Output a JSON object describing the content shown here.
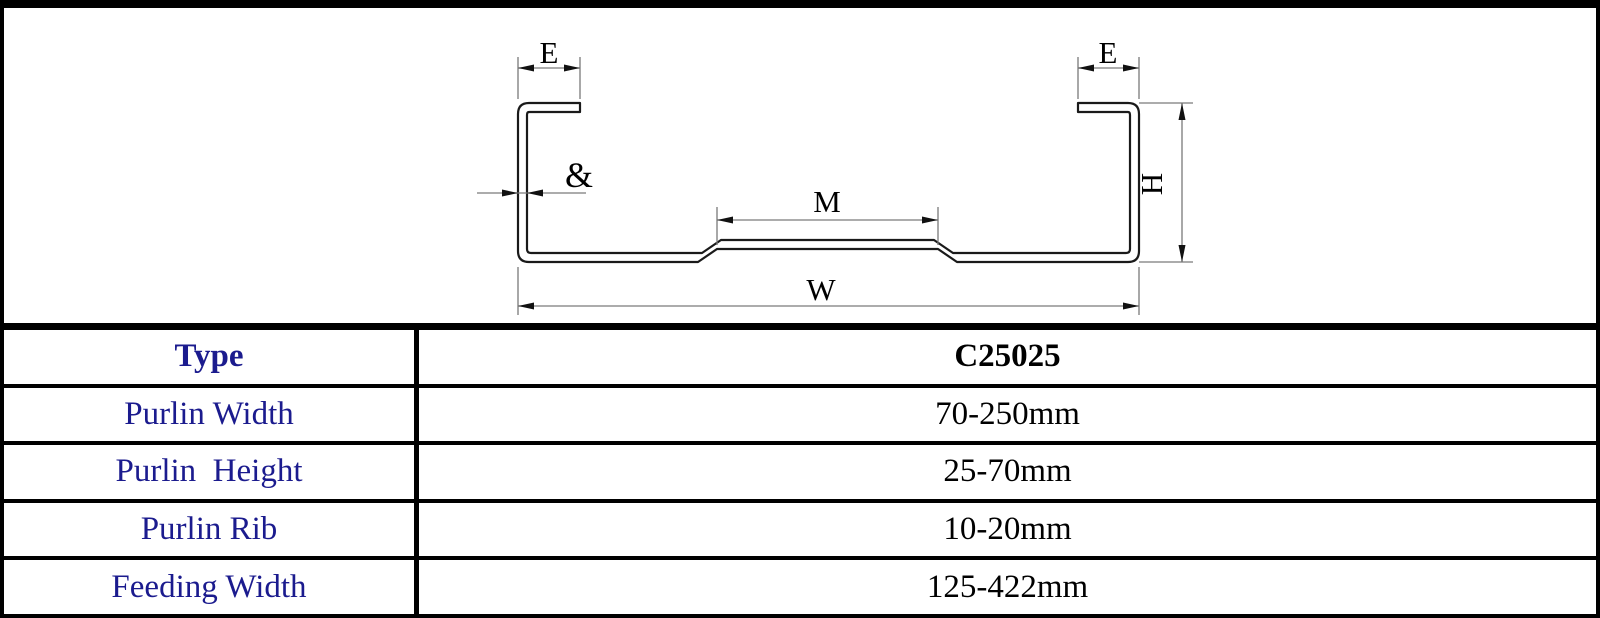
{
  "diagram": {
    "description": "C purlin cross-section drawing",
    "dims": {
      "e_left": "E",
      "e_right": "E",
      "height": "H",
      "thickness": "&",
      "rib": "M",
      "width": "W"
    }
  },
  "table": {
    "rows": [
      {
        "label": "Type",
        "value": "C25025"
      },
      {
        "label": "Purlin Width",
        "value": "70-250mm"
      },
      {
        "label": "Purlin  Height",
        "value": "25-70mm"
      },
      {
        "label": "Purlin Rib",
        "value": "10-20mm"
      },
      {
        "label": "Feeding Width",
        "value": "125-422mm"
      }
    ]
  },
  "colors": {
    "label_blue": "#1b1b8e",
    "dim_gray": "#7a7a7a",
    "ink": "#000000"
  }
}
